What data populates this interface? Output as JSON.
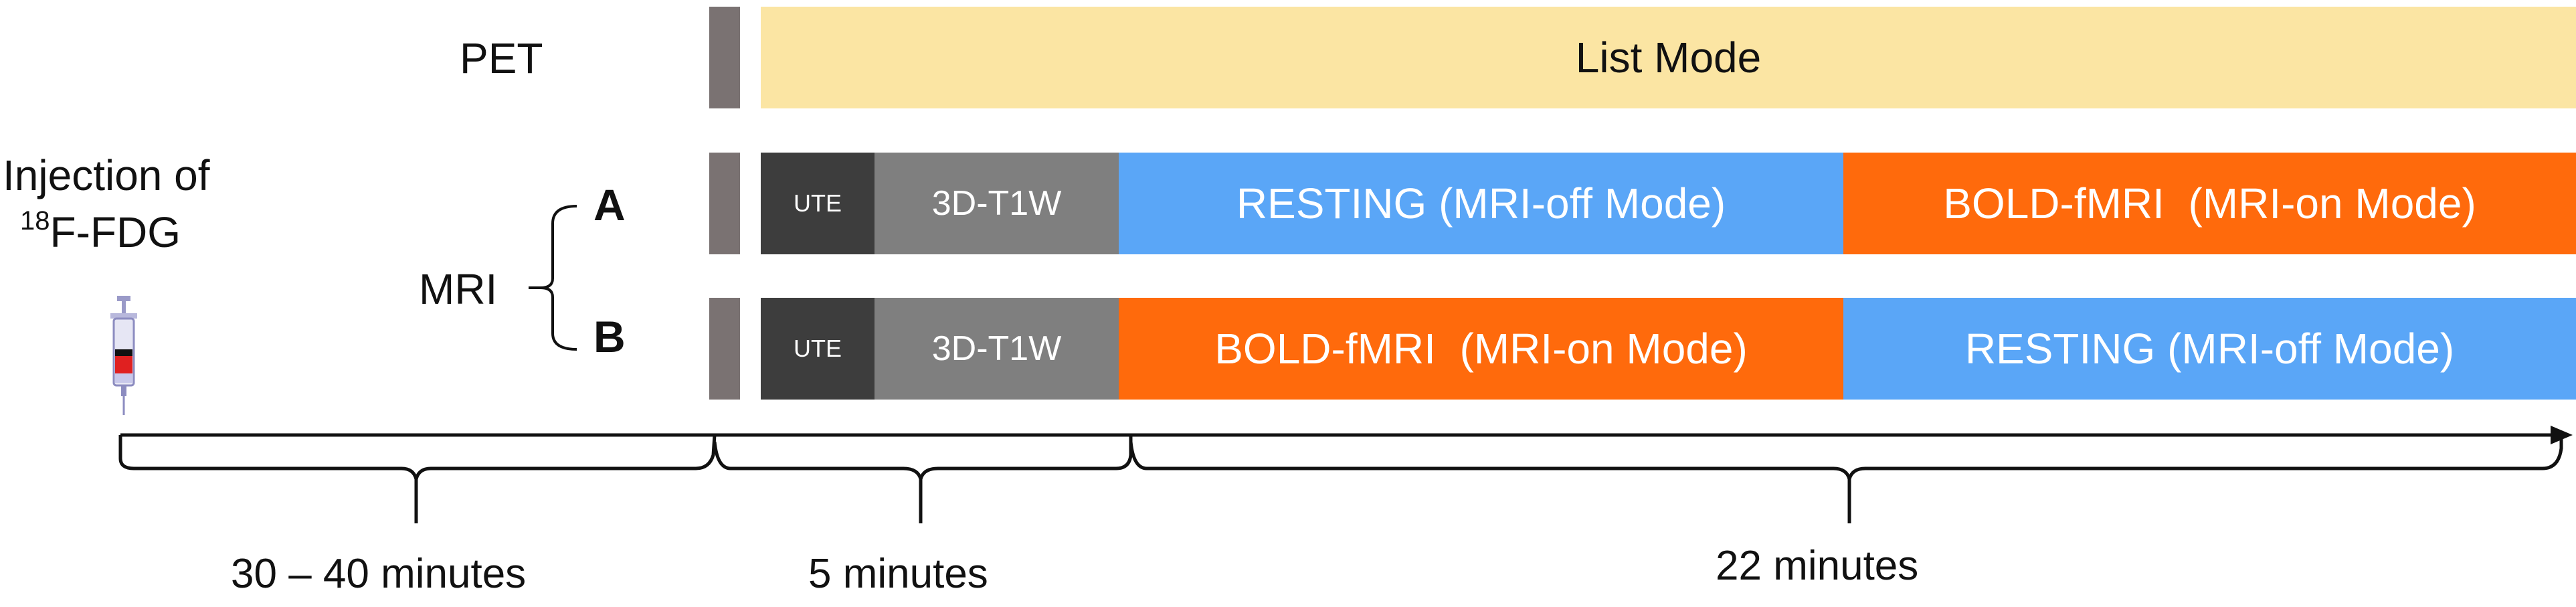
{
  "diagram": {
    "injection": {
      "line1": "Injection of",
      "isotope_sup": "18",
      "isotope_rest": "F-FDG",
      "icon": "syringe-icon"
    },
    "rows": {
      "pet_label": "PET",
      "mri_label": "MRI",
      "protocol_a": "A",
      "protocol_b": "B"
    },
    "pet_bar": {
      "label": "List Mode",
      "color": "#fbe5a3"
    },
    "sequence_a": [
      {
        "label": "UTE",
        "color": "#3d3d3d"
      },
      {
        "label": "3D-T1W",
        "color": "#7f7f7f"
      },
      {
        "label": "RESTING (MRI-off Mode)",
        "color": "#5aa6f7"
      },
      {
        "label": "BOLD-fMRI  (MRI-on Mode)",
        "color": "#ff6a0c"
      }
    ],
    "sequence_b": [
      {
        "label": "UTE",
        "color": "#3d3d3d"
      },
      {
        "label": "3D-T1W",
        "color": "#7f7f7f"
      },
      {
        "label": "BOLD-fMRI  (MRI-on Mode)",
        "color": "#ff6a0c"
      },
      {
        "label": "RESTING (MRI-off Mode)",
        "color": "#5aa6f7"
      }
    ],
    "durations": [
      "30 – 40 minutes",
      "5 minutes",
      "22 minutes"
    ]
  }
}
